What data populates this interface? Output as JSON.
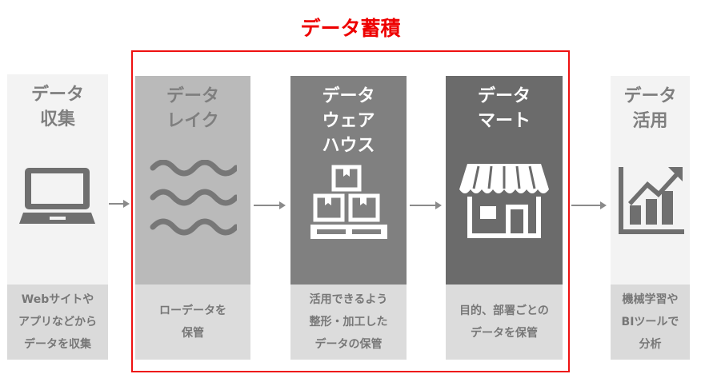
{
  "title": "データ蓄積",
  "colors": {
    "accent": "#ee0000"
  },
  "stages": [
    {
      "head": [
        "データ",
        "収集"
      ],
      "caption": [
        "Webサイトや",
        "アプリなどから",
        "データを収集"
      ],
      "icon": "laptop-icon"
    },
    {
      "head": [
        "データ",
        "レイク"
      ],
      "caption": [
        "ローデータを",
        "保管"
      ],
      "icon": "waves-icon"
    },
    {
      "head": [
        "データ",
        "ウェア",
        "ハウス"
      ],
      "caption": [
        "活用できるよう",
        "整形・加工した",
        "データの保管"
      ],
      "icon": "boxes-icon"
    },
    {
      "head": [
        "データ",
        "マート"
      ],
      "caption": [
        "目的、部署ごとの",
        "データを保管"
      ],
      "icon": "store-icon"
    },
    {
      "head": [
        "データ",
        "活用"
      ],
      "caption": [
        "機械学習や",
        "BIツールで",
        "分析"
      ],
      "icon": "chart-icon"
    }
  ]
}
